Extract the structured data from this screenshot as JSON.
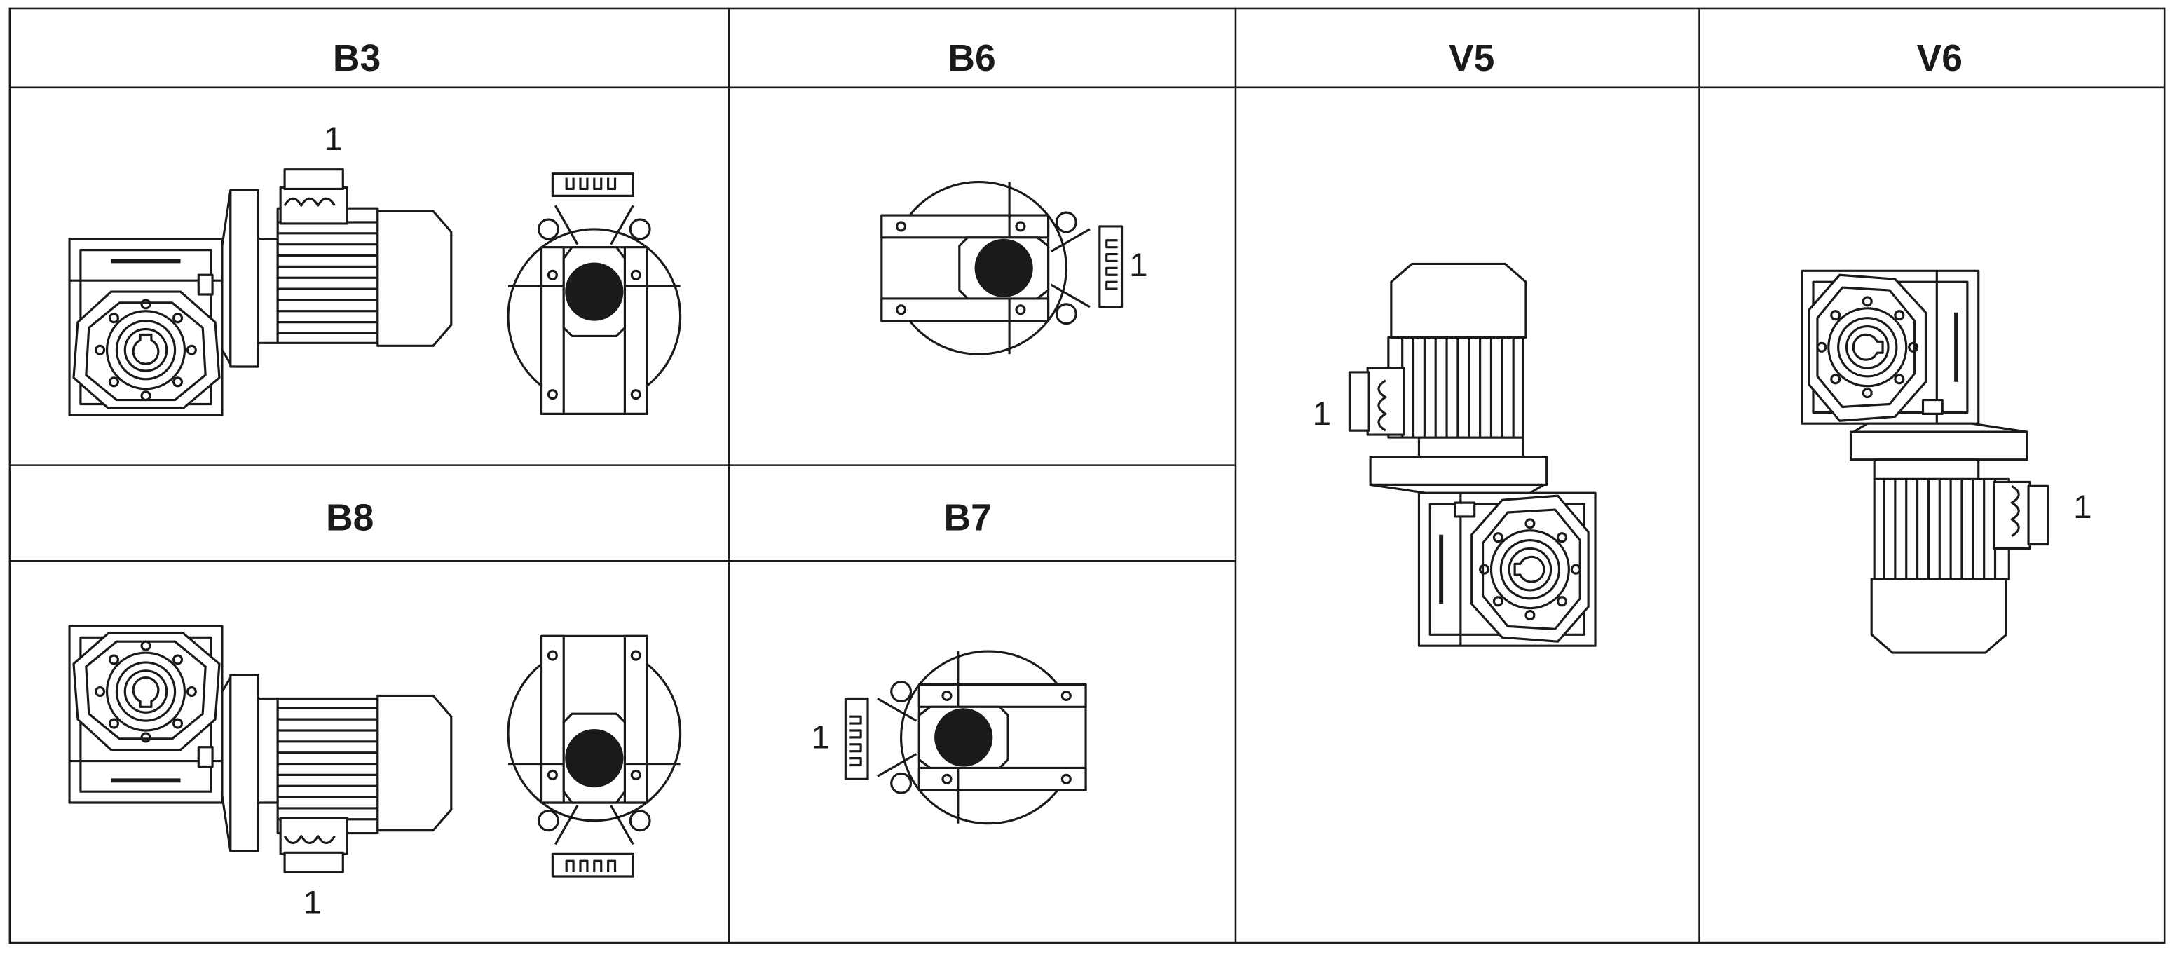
{
  "title": "Gear motor mounting positions",
  "positions": {
    "b3": {
      "label": "B3",
      "terminal_label": "1"
    },
    "b6": {
      "label": "B6",
      "terminal_label": "1"
    },
    "v5": {
      "label": "V5",
      "terminal_label": "1"
    },
    "v6": {
      "label": "V6",
      "terminal_label": "1"
    },
    "b8": {
      "label": "B8",
      "terminal_label": "1"
    },
    "b7": {
      "label": "B7",
      "terminal_label": "1"
    }
  },
  "colors": {
    "line": "#1a1a1a",
    "background": "#ffffff"
  }
}
